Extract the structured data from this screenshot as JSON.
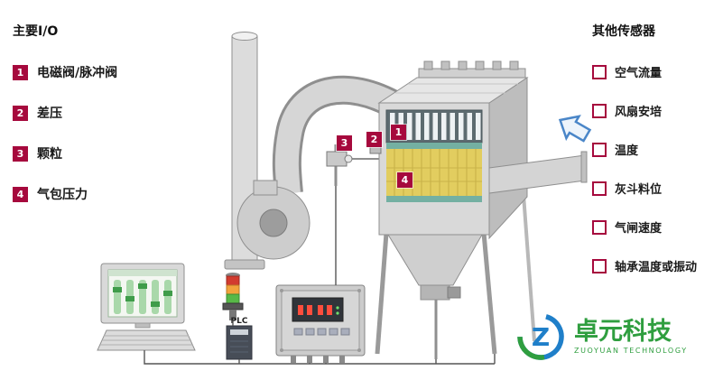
{
  "left_panel": {
    "title": "主要I/O",
    "items": [
      {
        "num": "1",
        "label": "电磁阀/脉冲阀"
      },
      {
        "num": "2",
        "label": "差压"
      },
      {
        "num": "3",
        "label": "颗粒"
      },
      {
        "num": "4",
        "label": "气包压力"
      }
    ]
  },
  "right_panel": {
    "title": "其他传感器",
    "items": [
      {
        "label": "空气流量"
      },
      {
        "label": "风扇安培"
      },
      {
        "label": "温度"
      },
      {
        "label": "灰斗料位"
      },
      {
        "label": "气闸速度"
      },
      {
        "label": "轴承温度或振动"
      }
    ]
  },
  "diagram": {
    "markers": [
      {
        "num": "1"
      },
      {
        "num": "2"
      },
      {
        "num": "3"
      },
      {
        "num": "4"
      }
    ],
    "plc_label": "PLC"
  },
  "logo": {
    "monogram": "Z",
    "name": "卓元科技",
    "subtitle": "ZUOYUAN TECHNOLOGY"
  },
  "colors": {
    "accent_red": "#a6093d",
    "logo_blue": "#1f7fc9",
    "logo_green": "#2f9e3f",
    "filter_yellow": "#e2cd5f"
  }
}
